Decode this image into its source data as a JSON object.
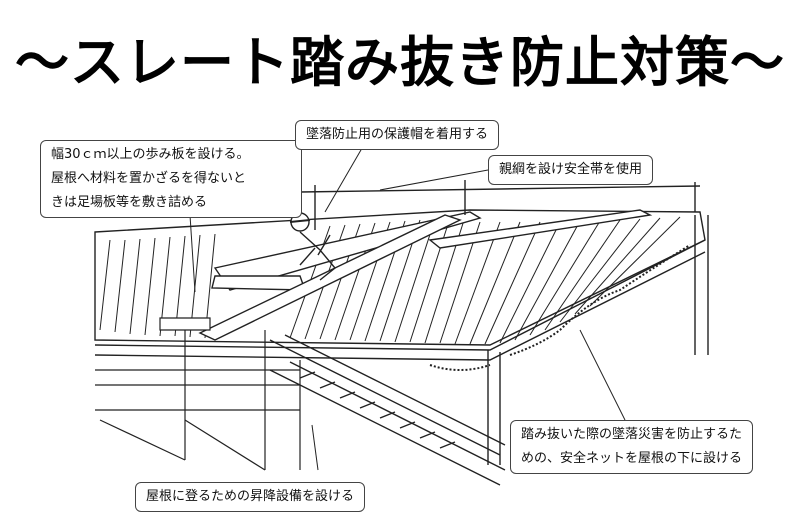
{
  "title": "～スレート踏み抜き防止対策～",
  "callouts": {
    "walkway": {
      "lines": [
        "幅30ｃｍ以上の歩み板を設ける。",
        "屋根へ材料を置かざるを得ないと",
        "きは足場板等を敷き詰める"
      ]
    },
    "helmet": "墜落防止用の保護帽を着用する",
    "lifeline": "親綱を設け安全帯を使用",
    "net": {
      "lines": [
        "踏み抜いた際の墜落災害を防止するた",
        "めの、安全ネットを屋根の下に設ける"
      ]
    },
    "stairs": "屋根に登るための昇降設備を設ける"
  }
}
